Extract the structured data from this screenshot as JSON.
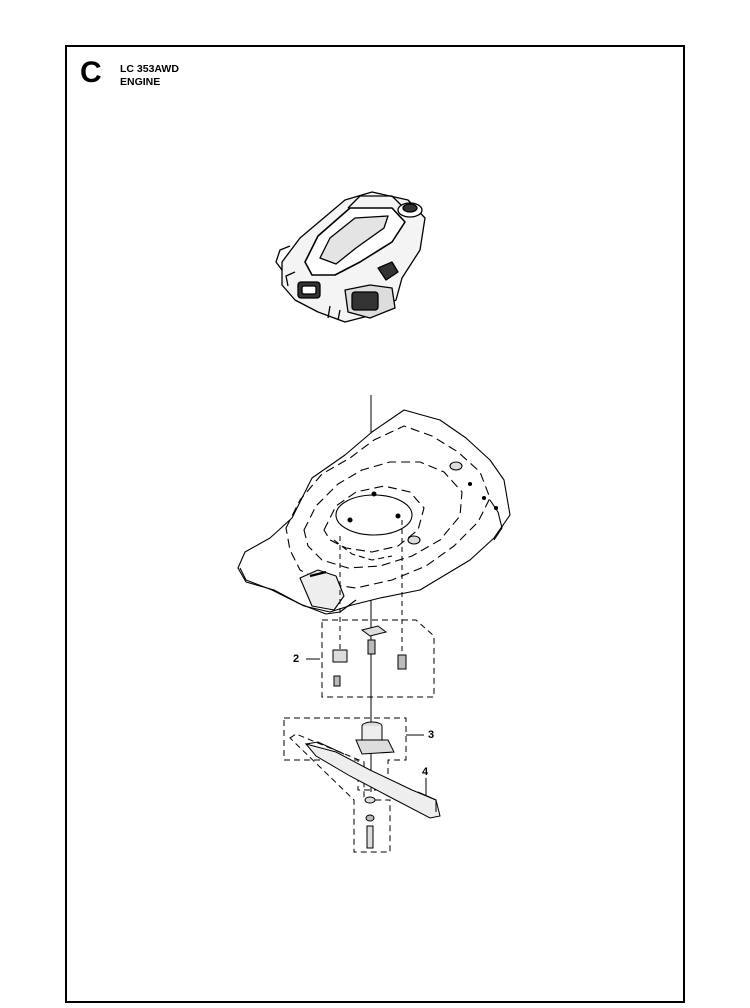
{
  "header": {
    "section_letter": "C",
    "model": "LC 353AWD",
    "subtitle": "ENGINE"
  },
  "callouts": [
    {
      "id": "2",
      "label": "2"
    },
    {
      "id": "3",
      "label": "3"
    },
    {
      "id": "4",
      "label": "4"
    }
  ]
}
